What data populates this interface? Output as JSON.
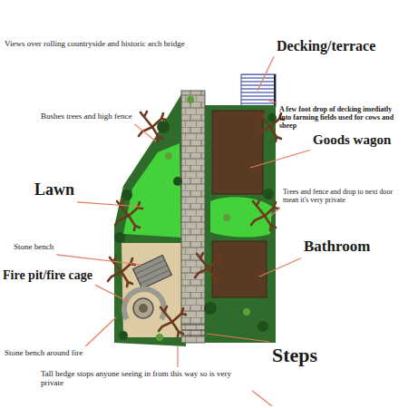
{
  "diagram": {
    "labels": [
      "Views over rolling countryside and historic arch bridge",
      "Decking/terrace",
      "Bushes trees and high fence",
      "A few foot drop of decking imediatly into farming fields used for cows and sheep",
      "Goods wagon",
      "Lawn",
      "Trees and fence and drop to next door mean it's very private",
      "Stone bench",
      "Bathroom",
      "Fire pit/fire cage",
      "Stone bench around fire",
      "Steps",
      "Tall hedge stops anyone seeing in from this way so is very private"
    ]
  }
}
